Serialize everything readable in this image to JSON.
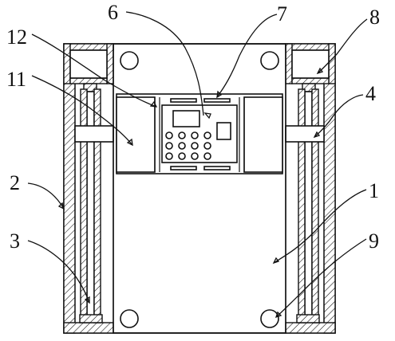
{
  "labels": {
    "l1": "1",
    "l2": "2",
    "l3": "3",
    "l4": "4",
    "l6": "6",
    "l7": "7",
    "l8": "8",
    "l9": "9",
    "l11": "11",
    "l12": "12"
  }
}
